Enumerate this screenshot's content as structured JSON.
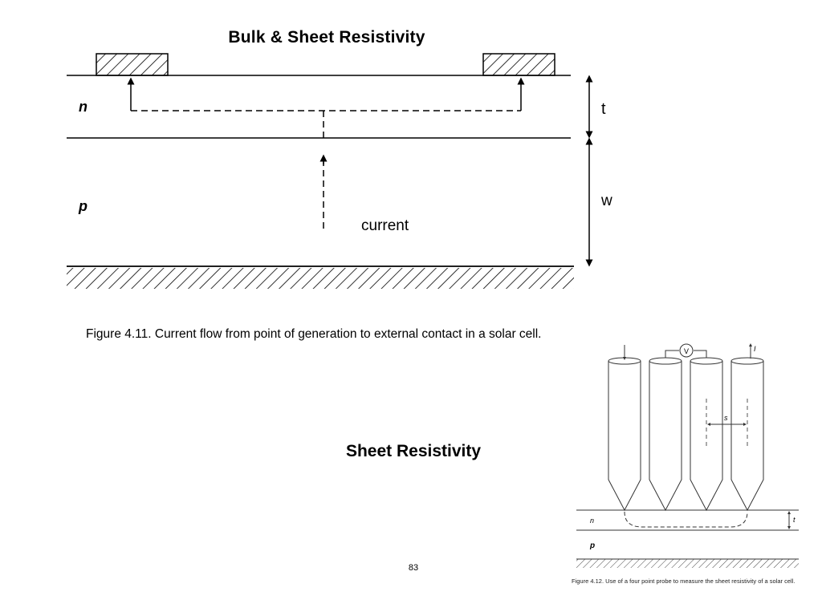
{
  "slide": {
    "title": "Bulk & Sheet Resistivity",
    "subtitle": "Sheet Resistivity",
    "page_number": "83"
  },
  "figure1": {
    "caption": "Figure 4.11. Current flow from point of generation to external contact in a solar cell.",
    "labels": {
      "n": "n",
      "p": "p",
      "t": "t",
      "w": "w",
      "current": "current"
    }
  },
  "figure2": {
    "caption": "Figure 4.12. Use of a four point probe to measure the sheet resistivity of a solar cell.",
    "labels": {
      "V": "V",
      "I": "I",
      "s": "s",
      "n": "n",
      "p": "p",
      "t": "t"
    }
  }
}
